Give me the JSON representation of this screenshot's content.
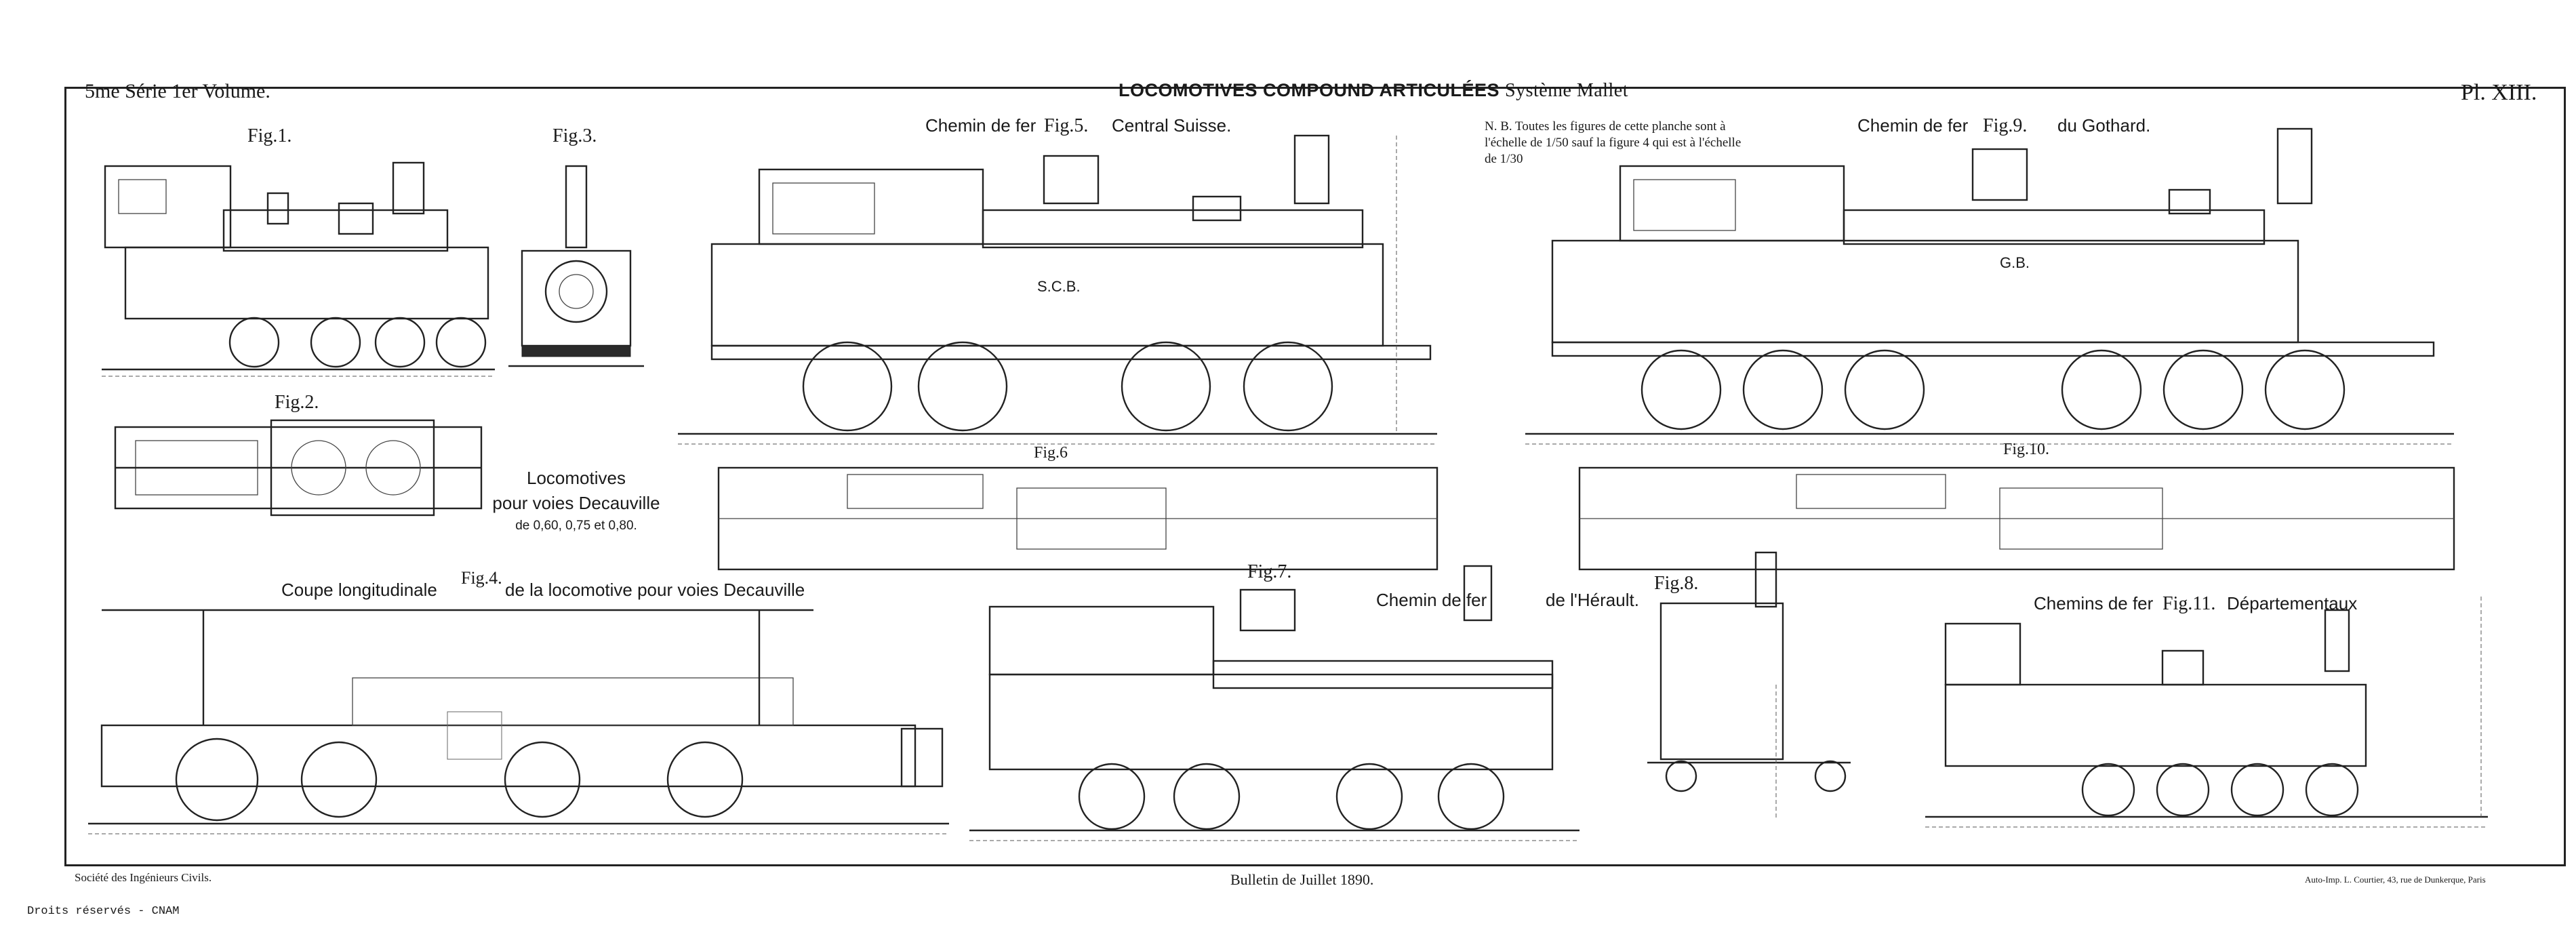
{
  "header": {
    "series": "5me Série 1er Volume.",
    "title": "LOCOMOTIVES COMPOUND ARTICULÉES",
    "subtitle": "Système Mallet",
    "plate": "Pl. XIII."
  },
  "figures": {
    "fig1": "Fig.1.",
    "fig2": "Fig.2.",
    "fig3": "Fig.3.",
    "fig4": "Fig.4.",
    "fig5": "Fig.5.",
    "fig6": "Fig.6",
    "fig7": "Fig.7.",
    "fig8": "Fig.8.",
    "fig9": "Fig.9.",
    "fig10": "Fig.10.",
    "fig11": "Fig.11."
  },
  "captions": {
    "fig5_left": "Chemin de fer",
    "fig5_right": "Central Suisse.",
    "fig9_left": "Chemin de fer",
    "fig9_right": "du Gothard.",
    "fig7_left": "Chemin de fer",
    "fig7_right": "de l'Hérault.",
    "fig11_left": "Chemins de fer",
    "fig11_right": "Départementaux",
    "fig4_left": "Coupe longitudinale",
    "fig4_right": "de la locomotive pour voies Decauville",
    "loco_line1": "Locomotives",
    "loco_line2": "pour voies Decauville",
    "loco_line3": "de 0,60, 0,75 et 0,80.",
    "note_line1": "N. B. Toutes les figures de cette planche sont à",
    "note_line2": "l'échelle de 1/50 sauf la figure 4 qui est à l'échelle",
    "note_line3": "de 1/30",
    "body_scb": "S.C.B.",
    "body_gb": "G.B."
  },
  "footer": {
    "left": "Société des Ingénieurs Civils.",
    "center": "Bulletin de Juillet 1890.",
    "right": "Auto-Imp. L. Courtier, 43, rue de Dunkerque, Paris",
    "rights": "Droits réservés - CNAM"
  }
}
